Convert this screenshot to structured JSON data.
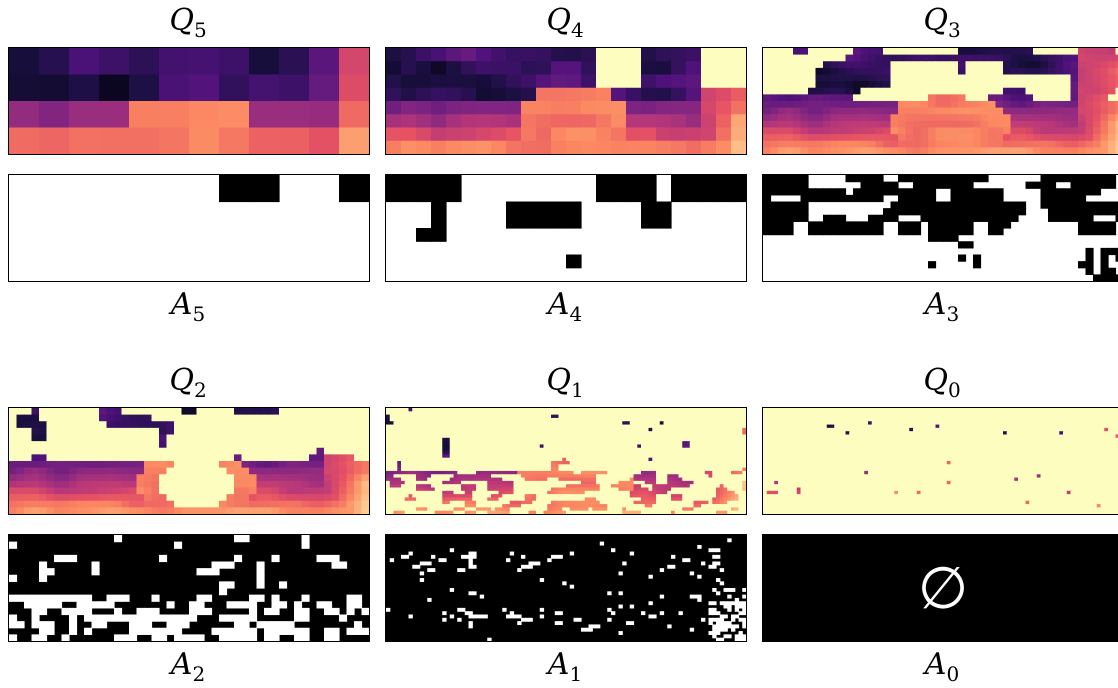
{
  "colors": {
    "attended": "#fcfdbf",
    "mask_on": "#ffffff",
    "mask_off": "#000000",
    "magma_dark": "#0d0829",
    "magma_mid": "#8c2981",
    "magma_light": "#fb8861"
  },
  "rows": [
    {
      "panels": [
        {
          "q_base": "Q",
          "q_sub": "5",
          "a_base": "A",
          "a_sub": "5",
          "grid_cols": 12,
          "grid_rows": 4
        },
        {
          "q_base": "Q",
          "q_sub": "4",
          "a_base": "A",
          "a_sub": "4",
          "grid_cols": 24,
          "grid_rows": 8
        },
        {
          "q_base": "Q",
          "q_sub": "3",
          "a_base": "A",
          "a_sub": "3",
          "grid_cols": 48,
          "grid_rows": 16
        }
      ]
    },
    {
      "panels": [
        {
          "q_base": "Q",
          "q_sub": "2",
          "a_base": "A",
          "a_sub": "2",
          "grid_cols": 48,
          "grid_rows": 16
        },
        {
          "q_base": "Q",
          "q_sub": "1",
          "a_base": "A",
          "a_sub": "1",
          "grid_cols": 96,
          "grid_rows": 32
        },
        {
          "q_base": "Q",
          "q_sub": "0",
          "a_base": "A",
          "a_sub": "0",
          "grid_cols": 96,
          "grid_rows": 32,
          "a_empty_symbol": "∅"
        }
      ]
    }
  ]
}
